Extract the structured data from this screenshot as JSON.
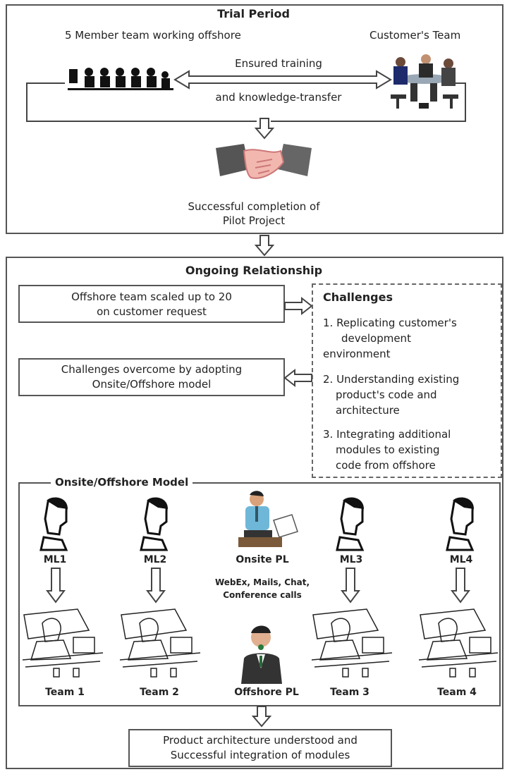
{
  "trial": {
    "title": "Trial  Period",
    "offshore_team": "5 Member team working offshore",
    "customer_team": "Customer's Team",
    "training_line1": "Ensured training",
    "training_line2": "and knowledge-transfer",
    "completion_line1": "Successful completion of",
    "completion_line2": "Pilot Project"
  },
  "ongoing": {
    "title": "Ongoing Relationship",
    "scaled_line1": "Offshore team scaled up to 20",
    "scaled_line2": "on customer request",
    "overcome_line1": "Challenges overcome by adopting",
    "overcome_line2": "Onsite/Offshore model",
    "challenges": {
      "title": "Challenges",
      "items": [
        [
          "1. Replicating customer's",
          "development",
          "environment"
        ],
        [
          "2. Understanding existing",
          "product's code and",
          "architecture"
        ],
        [
          "3. Integrating additional",
          "modules to existing",
          "code from offshore"
        ]
      ]
    }
  },
  "model": {
    "title": "Onsite/Offshore Model",
    "managers": [
      "ML1",
      "ML2",
      "ML3",
      "ML4"
    ],
    "onsite_pl": "Onsite PL",
    "offshore_pl": "Offshore PL",
    "comm_line1": "WebEx, Mails, Chat,",
    "comm_line2": "Conference calls",
    "teams": [
      "Team 1",
      "Team 2",
      "Team 3",
      "Team 4"
    ]
  },
  "result": {
    "line1": "Product architecture understood and",
    "line2": "Successful integration of modules"
  }
}
